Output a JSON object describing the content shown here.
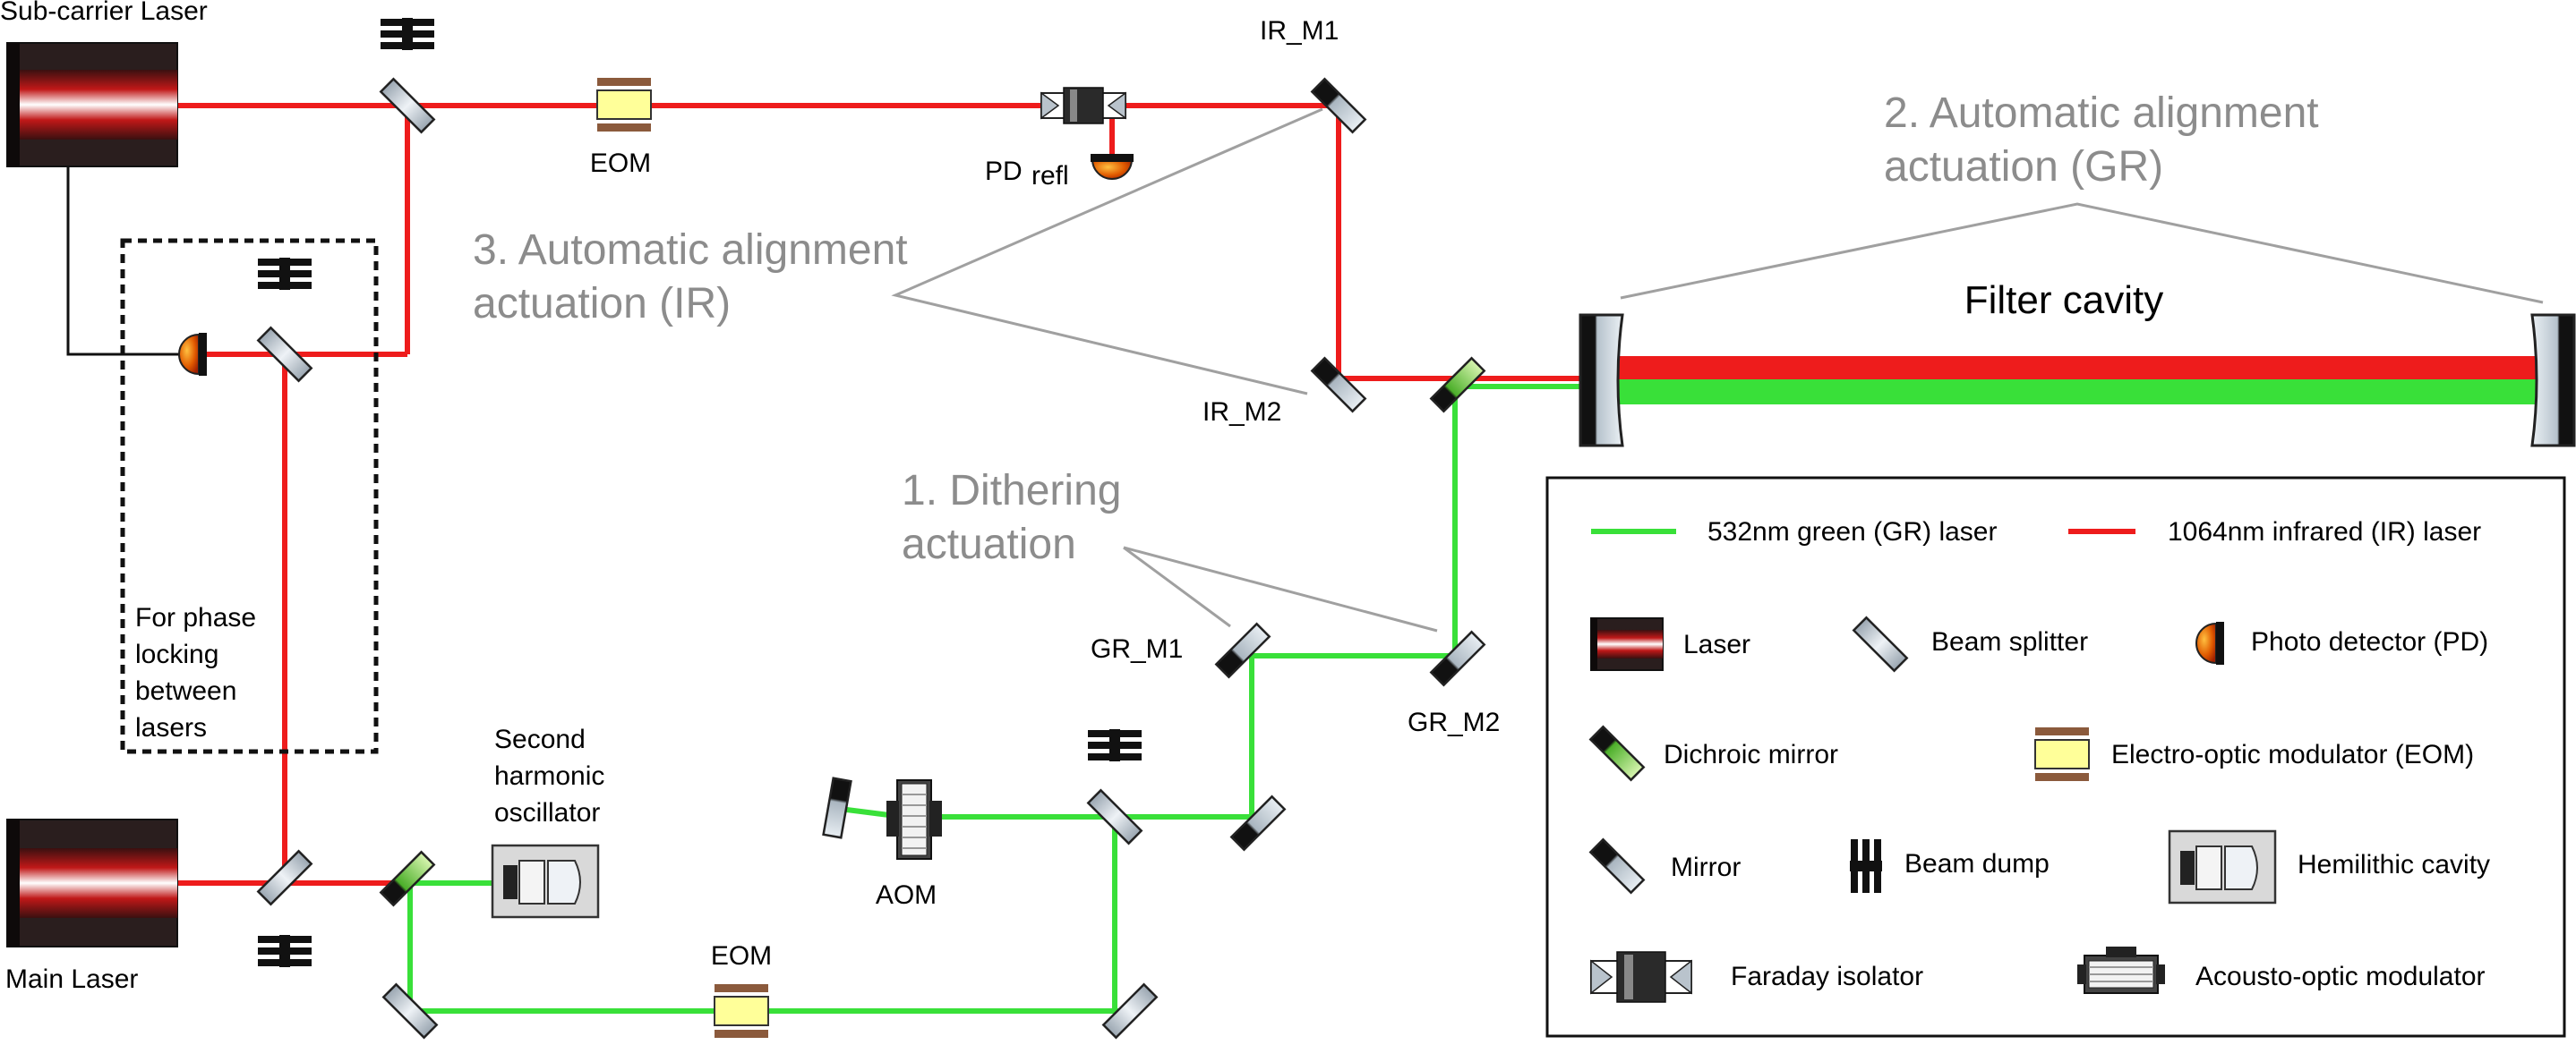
{
  "labels": {
    "sub_carrier_laser": "Sub-carrier Laser",
    "main_laser": "Main Laser",
    "eom_top": "EOM",
    "eom_bottom": "EOM",
    "pd": "PD",
    "refl": "refl",
    "ir_m1": "IR_M1",
    "ir_m2": "IR_M2",
    "gr_m1": "GR_M1",
    "gr_m2": "GR_M2",
    "aom": "AOM",
    "filter_cavity": "Filter cavity",
    "phase_locking": [
      "For phase",
      "locking",
      "between",
      "lasers"
    ],
    "shg": [
      "Second",
      "harmonic",
      "oscillator"
    ]
  },
  "annotations": {
    "dithering": [
      "1. Dithering",
      "actuation"
    ],
    "aa_gr": [
      "2. Automatic alignment",
      "actuation (GR)"
    ],
    "aa_ir": [
      "3. Automatic alignment",
      "actuation (IR)"
    ]
  },
  "legend": {
    "green_laser": "532nm green (GR) laser",
    "ir_laser": "1064nm infrared (IR) laser",
    "laser": "Laser",
    "beam_splitter": "Beam splitter",
    "photo_detector": "Photo detector (PD)",
    "dichroic_mirror": "Dichroic mirror",
    "eom": "Electro-optic modulator (EOM)",
    "mirror": "Mirror",
    "beam_dump": "Beam dump",
    "hemilithic_cavity": "Hemilithic cavity",
    "faraday_isolator": "Faraday isolator",
    "aom": "Acousto-optic modulator"
  },
  "colors": {
    "ir_beam": "#ee1c1c",
    "green_beam": "#39e039",
    "annotation": "#8c8c8c",
    "eom_yellow": "#ffff99",
    "eom_brown": "#8b5a3c"
  }
}
